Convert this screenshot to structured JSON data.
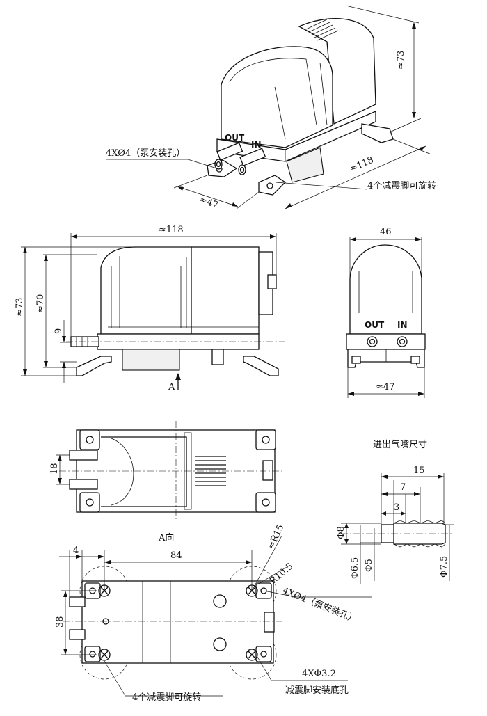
{
  "iso": {
    "dim_height": "≈73",
    "dim_length": "≈118",
    "dim_width": "≈47",
    "label_out": "OUT",
    "label_in": "IN",
    "callout_mount": "4XØ4（泵安装孔）",
    "callout_feet": "4个减震脚可旋转"
  },
  "front": {
    "dim_length": "≈118",
    "dim_h73": "≈73",
    "dim_h70": "≈70",
    "dim_9": "9",
    "arrow_label": "A"
  },
  "side": {
    "dim_46": "46",
    "dim_47": "≈47",
    "label_out": "OUT",
    "label_in": "IN"
  },
  "top": {
    "dim_18": "18"
  },
  "bottom": {
    "title": "A向",
    "dim_4": "4",
    "dim_84": "84",
    "dim_38": "38",
    "dim_r15": "≈R15",
    "dim_r105": "R10.5",
    "callout_mount": "4XØ4（泵安装孔）",
    "callout_holes_count": "4XΦ3.2",
    "callout_holes_desc": "减震脚安装底孔",
    "callout_feet": "4个减震脚可旋转"
  },
  "nozzle": {
    "title": "进出气嘴尺寸",
    "dim_15": "15",
    "dim_7": "7",
    "dim_3": "3",
    "dim_phi8": "Φ8",
    "dim_phi65": "Φ6.5",
    "dim_phi5": "Φ5",
    "dim_phi75": "Φ7.5"
  }
}
